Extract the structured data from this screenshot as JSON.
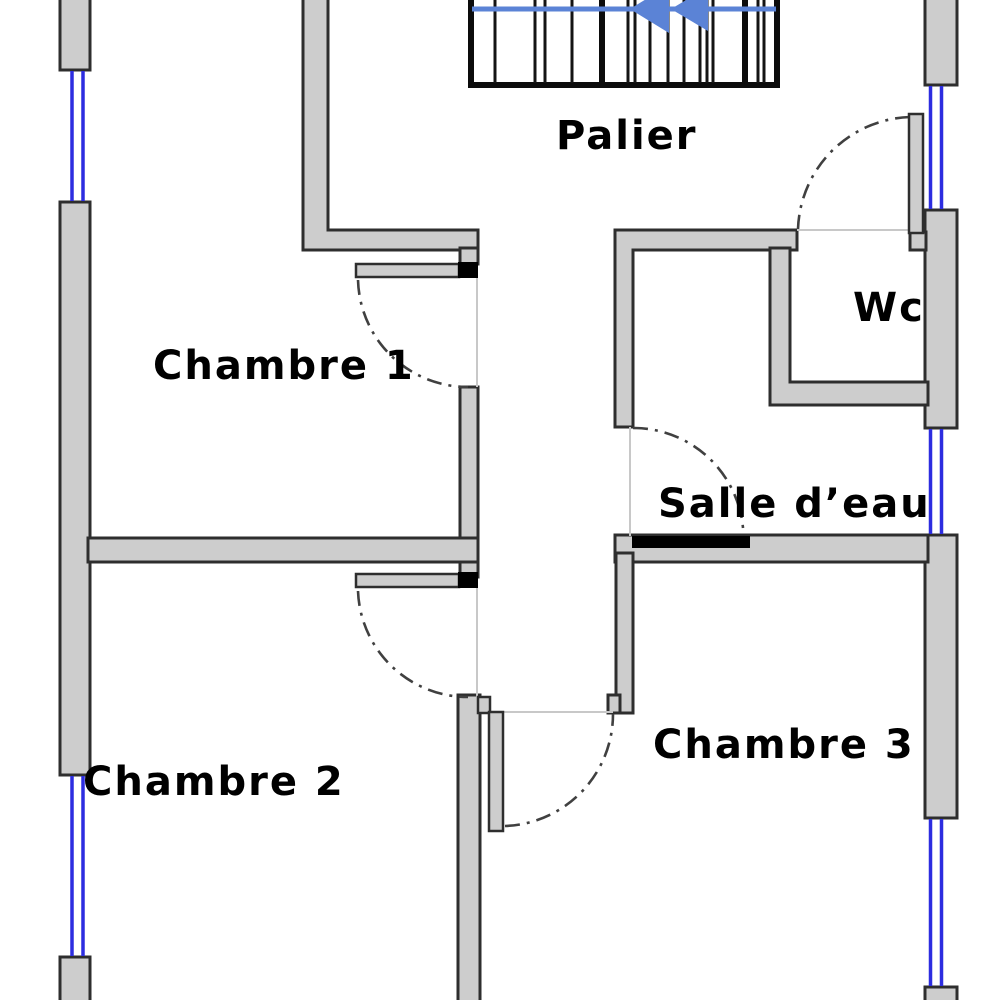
{
  "rooms": [
    {
      "id": "palier",
      "label": "Palier"
    },
    {
      "id": "chambre-1",
      "label": "Chambre 1"
    },
    {
      "id": "chambre-2",
      "label": "Chambre 2"
    },
    {
      "id": "chambre-3",
      "label": "Chambre 3"
    },
    {
      "id": "salle-d-eau",
      "label": "Salle d’eau"
    },
    {
      "id": "wc",
      "label": "Wc"
    }
  ],
  "colors": {
    "background": "#ffffff",
    "wall_fill": "#cdcdcd",
    "wall_outline": "#2e2e2e",
    "door_stop": "#000000",
    "window_glass": "#2d2de0",
    "stair_arrow": "#5b83d6",
    "door_swing": "#404040",
    "door_opening": "#c8c8c8",
    "label_text": "#000000"
  }
}
